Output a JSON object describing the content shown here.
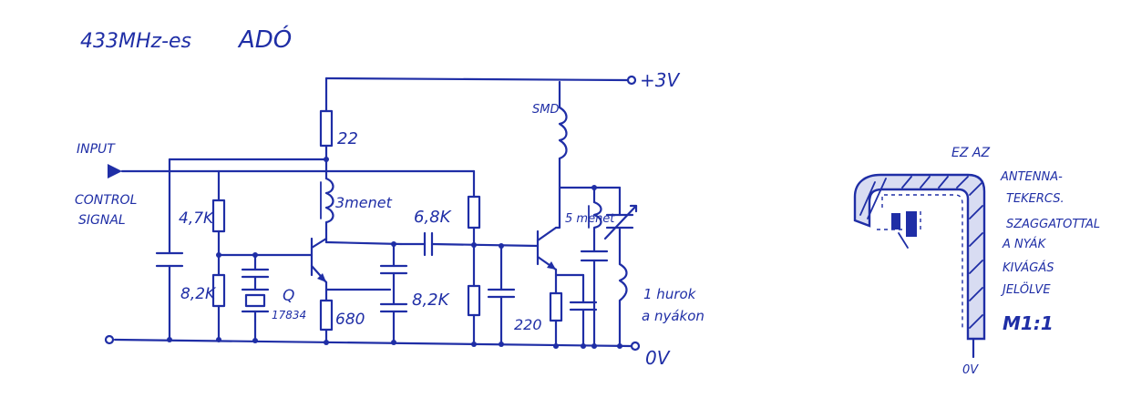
{
  "colors": {
    "ink": "#1f2ea6",
    "paper": "#ffffff"
  },
  "title": {
    "freq": "433MHz-es",
    "word": "ADÓ"
  },
  "supply": {
    "plus": "+3V",
    "ground": "0V"
  },
  "input": {
    "input_label": "INPUT",
    "control": "CONTROL",
    "signal": "SIGNAL"
  },
  "components": {
    "r_top": "22",
    "l_base": "3menet",
    "r_bias_top": "4,7K",
    "r_bias_bot": "8,2K",
    "r_right_top": "6,8K",
    "r_right_bot": "8,2K",
    "crystal": "Q",
    "crystal_value": "17834",
    "r_emitter": "680",
    "l_smd": "SMD",
    "l_out": "5 menet",
    "c_out": "220",
    "antenna_1": "1 hurok",
    "antenna_2": "a nyákon"
  },
  "note": {
    "line1": "EZ  AZ",
    "line2": "ANTENNA-",
    "line3": "TEKERCS.",
    "line4": "SZAGGATOTTAL",
    "line5": "A NYÁK",
    "line6": "KIVÁGÁS",
    "line7": "JELÖLVE",
    "scale": "M1:1",
    "ground": "0V"
  }
}
